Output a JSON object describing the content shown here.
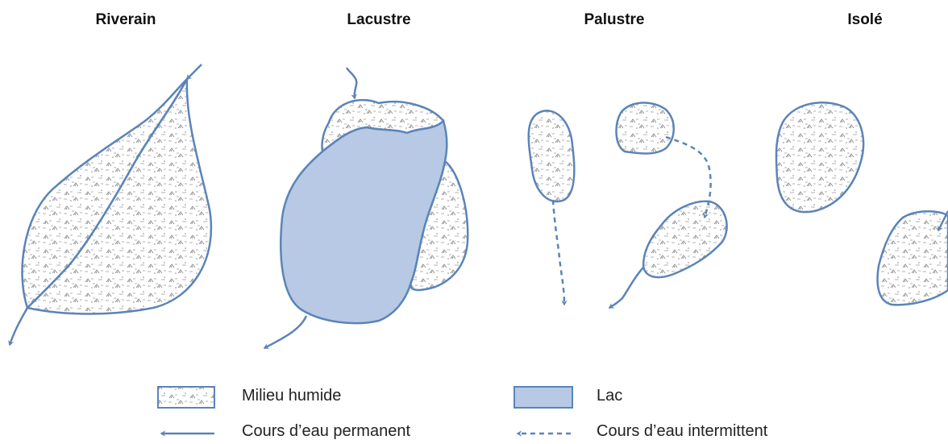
{
  "categories": [
    {
      "title": "Riverain"
    },
    {
      "title": "Lacustre"
    },
    {
      "title": "Palustre"
    },
    {
      "title": "Isolé"
    }
  ],
  "legend": {
    "wetland": "Milieu humide",
    "lake": "Lac",
    "permanent_stream": "Cours d’eau permanent",
    "intermittent_stream": "Cours d’eau intermittent"
  },
  "colors": {
    "outline": "#5b84b8",
    "lake_fill": "#b7c9e4",
    "texture": "#8a8a8a",
    "background": "#ffffff"
  }
}
